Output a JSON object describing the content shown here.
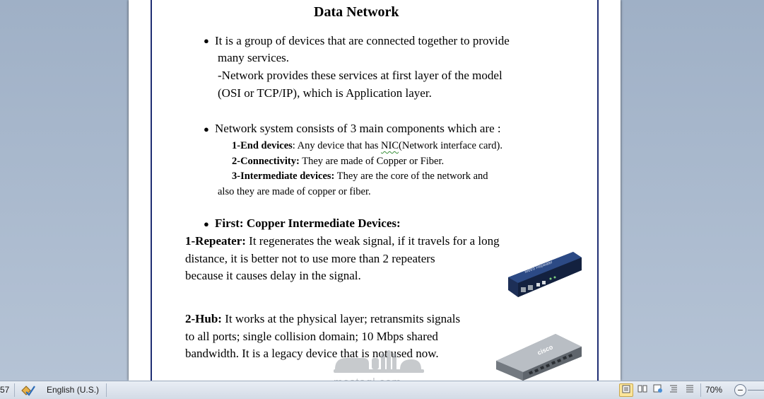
{
  "document": {
    "title": "Data Network",
    "b1": {
      "l1": "It is a group of devices that are connected together to provide",
      "l2": "many services.",
      "l3": "-Network provides these services at first layer of the model",
      "l4": "(OSI or TCP/IP), which is Application layer."
    },
    "b2": {
      "intro": "Network system consists of 3 main components which are :",
      "end_label": "1-End devices",
      "end_text_a": ":  Any device that has ",
      "end_nic": "NIC",
      "end_text_b": "(Network interface card).",
      "conn_label": "2-Connectivity:",
      "conn_text": "  They are made of Copper or Fiber.",
      "inter_label": "3-Intermediate  devices:",
      "inter_text": " They are the core of the network and",
      "inter_text2": "also they are made of copper or fiber."
    },
    "b3": {
      "heading": "First:  Copper Intermediate Devices:",
      "rep_label": "1-Repeater:",
      "rep_l1": " It regenerates  the weak signal, if it travels for a long",
      "rep_l2": "distance, it is better not to use more than 2 repeaters",
      "rep_l3": "because it causes delay in the signal.",
      "hub_label": "2-Hub:",
      "hub_l1": " It works at the physical layer; retransmits signals",
      "hub_l2": "to all ports; single collision domain; 10 Mbps shared",
      "hub_l3": "bandwidth. It is a legacy device that is not used now."
    },
    "images": {
      "repeater_label": "Metro Repeater",
      "hub_brand": "cisco"
    }
  },
  "statusbar": {
    "word_count_fragment": "57",
    "language": "English (U.S.)",
    "zoom_level": "70%"
  },
  "watermark": {
    "latin": "mostaql.com"
  },
  "colors": {
    "page_border": "#1f2e73",
    "app_background": "#a3b3c8",
    "status_bar": "#dde4ee"
  }
}
